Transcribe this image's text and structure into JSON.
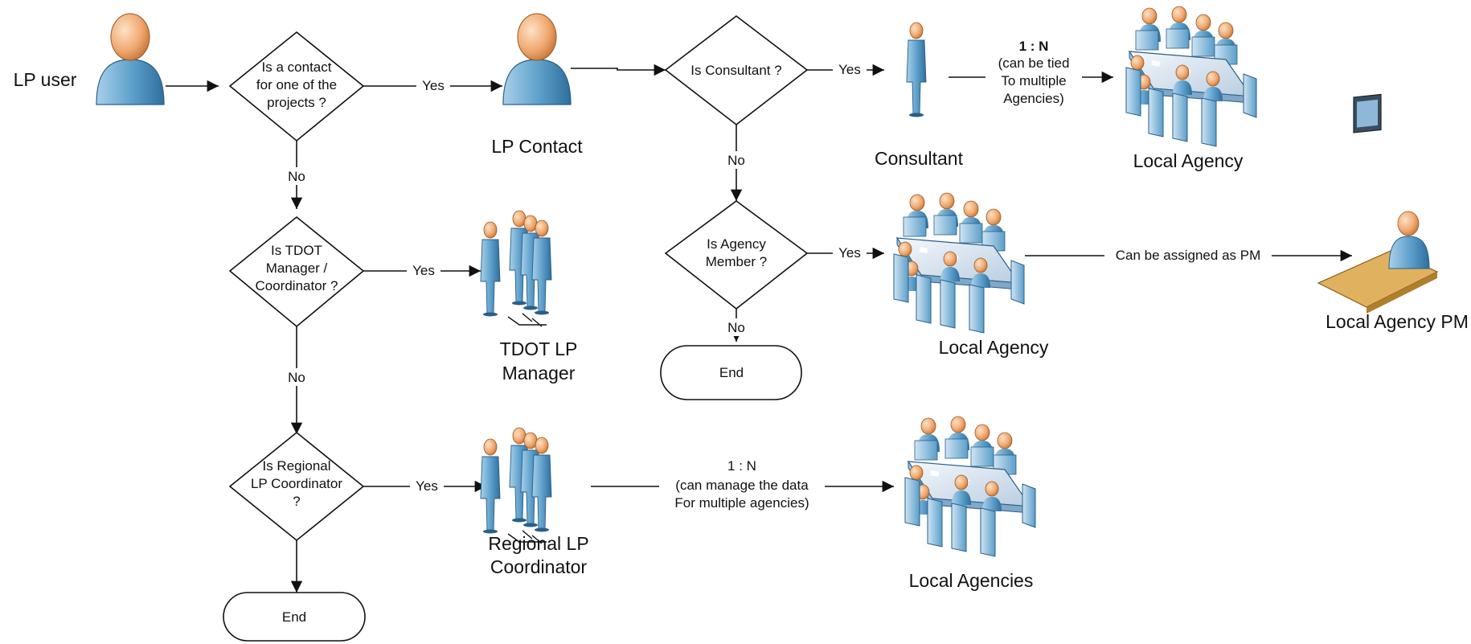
{
  "actors": {
    "lp_user": "LP user",
    "lp_contact": "LP Contact",
    "consultant": "Consultant",
    "local_agency_top": "Local Agency",
    "local_agency_mid": "Local Agency",
    "local_agency_pm": "Local Agency PM",
    "tdot_lp_manager": [
      "TDOT LP",
      "Manager"
    ],
    "regional_lp_coordinator": [
      "Regional LP",
      "Coordinator"
    ],
    "local_agencies": "Local Agencies"
  },
  "decisions": {
    "is_contact": [
      "Is a contact",
      "for one of the",
      "projects ?"
    ],
    "is_tdot_manager": [
      "Is TDOT",
      "Manager /",
      "Coordinator ?"
    ],
    "is_regional_coordinator": [
      "Is Regional",
      "LP Coordinator",
      "?"
    ],
    "is_consultant": [
      "Is Consultant ?"
    ],
    "is_agency_member": [
      "Is Agency",
      "Member ?"
    ]
  },
  "terminals": {
    "end_agency": "End",
    "end_main": "End"
  },
  "edge_labels": {
    "yes": "Yes",
    "no": "No",
    "consultant_ratio": "1 : N",
    "consultant_note": [
      "(can be tied",
      "To multiple",
      "Agencies)"
    ],
    "assign_pm": "Can be assigned as PM",
    "coordinator_ratio": "1 : N",
    "coordinator_note": [
      "(can manage the data",
      "For multiple agencies)"
    ]
  },
  "colors": {
    "person_body": "#5b9ec9",
    "person_head": "#f0a870",
    "table_top": "#dfe8f2",
    "chair": "#6fa9d4",
    "desk": "#e0b25f"
  }
}
